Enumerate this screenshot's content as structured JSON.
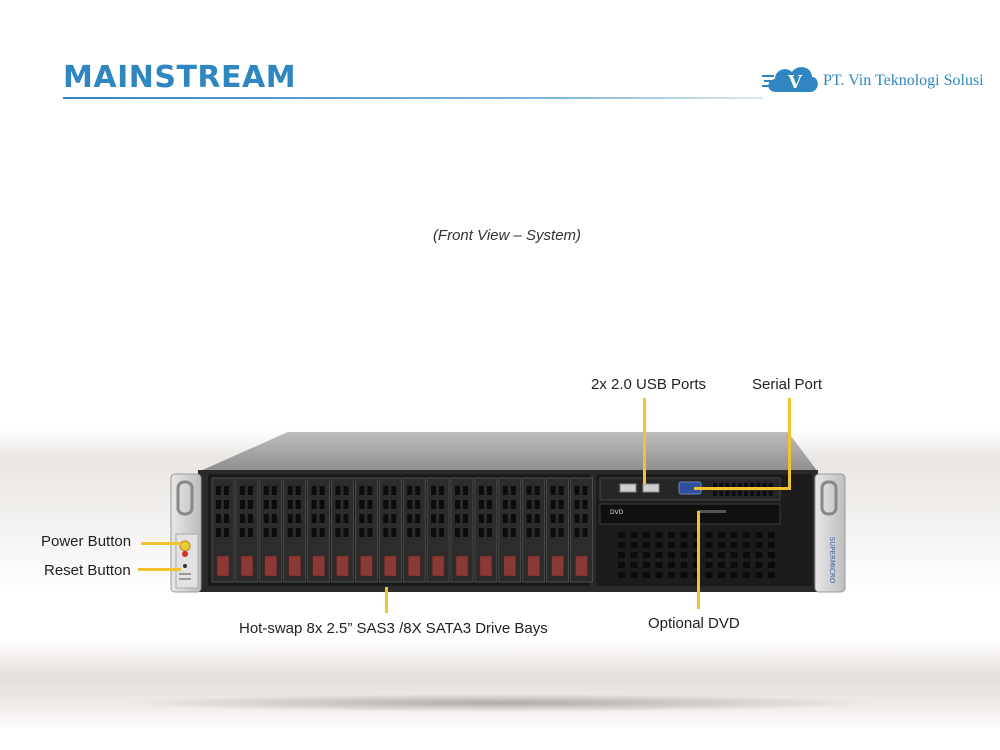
{
  "header": {
    "title": "MAINSTREAM",
    "company": "PT. Vin Teknologi Solusi",
    "logo_letter": "V"
  },
  "caption": "(Front View – System)",
  "callouts": {
    "usb": "2x 2.0 USB Ports",
    "serial": "Serial Port",
    "power": "Power Button",
    "reset": "Reset Button",
    "drives": "Hot-swap  8x 2.5” SAS3 /8X SATA3 Drive Bays",
    "dvd": "Optional DVD"
  },
  "server": {
    "dvd_text": "DVD",
    "side_brand": "SUPERMICRO",
    "drive_bay_count": 16
  },
  "colors": {
    "accent": "#2f86c1",
    "leader_line": "#f2c230",
    "drive_latch": "#8a3a36"
  }
}
